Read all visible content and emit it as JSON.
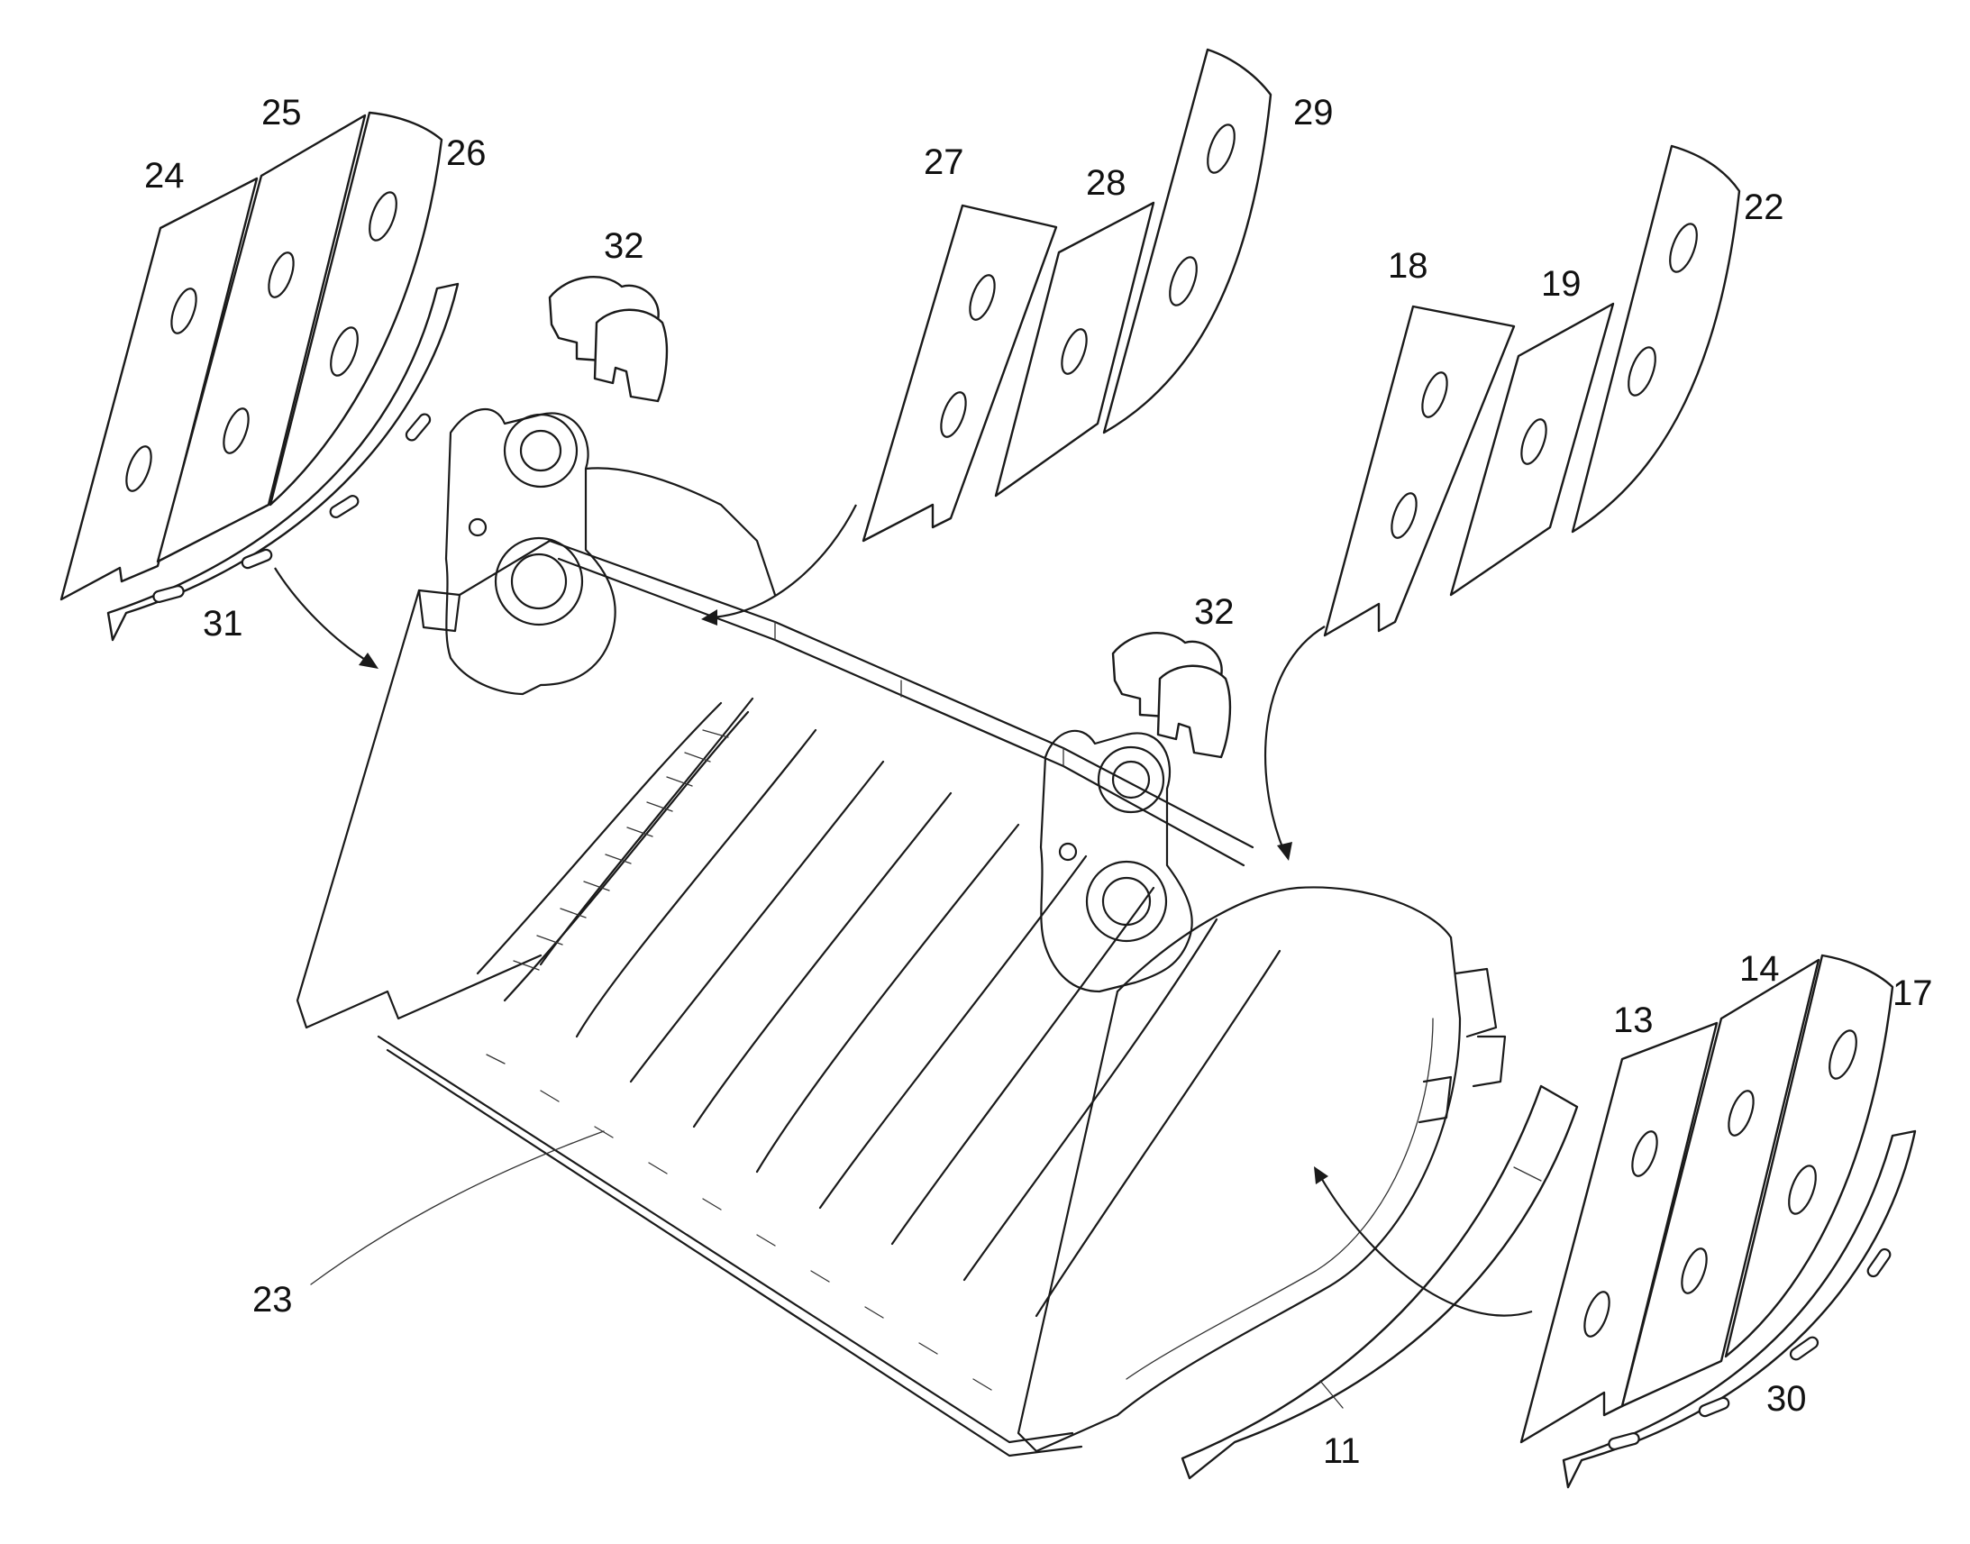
{
  "labels": {
    "l11": "11",
    "l13": "13",
    "l14": "14",
    "l17": "17",
    "l18": "18",
    "l19": "19",
    "l22": "22",
    "l23": "23",
    "l24": "24",
    "l25": "25",
    "l26": "26",
    "l27": "27",
    "l28": "28",
    "l29": "29",
    "l30": "30",
    "l31": "31",
    "l32a": "32",
    "l32b": "32"
  }
}
